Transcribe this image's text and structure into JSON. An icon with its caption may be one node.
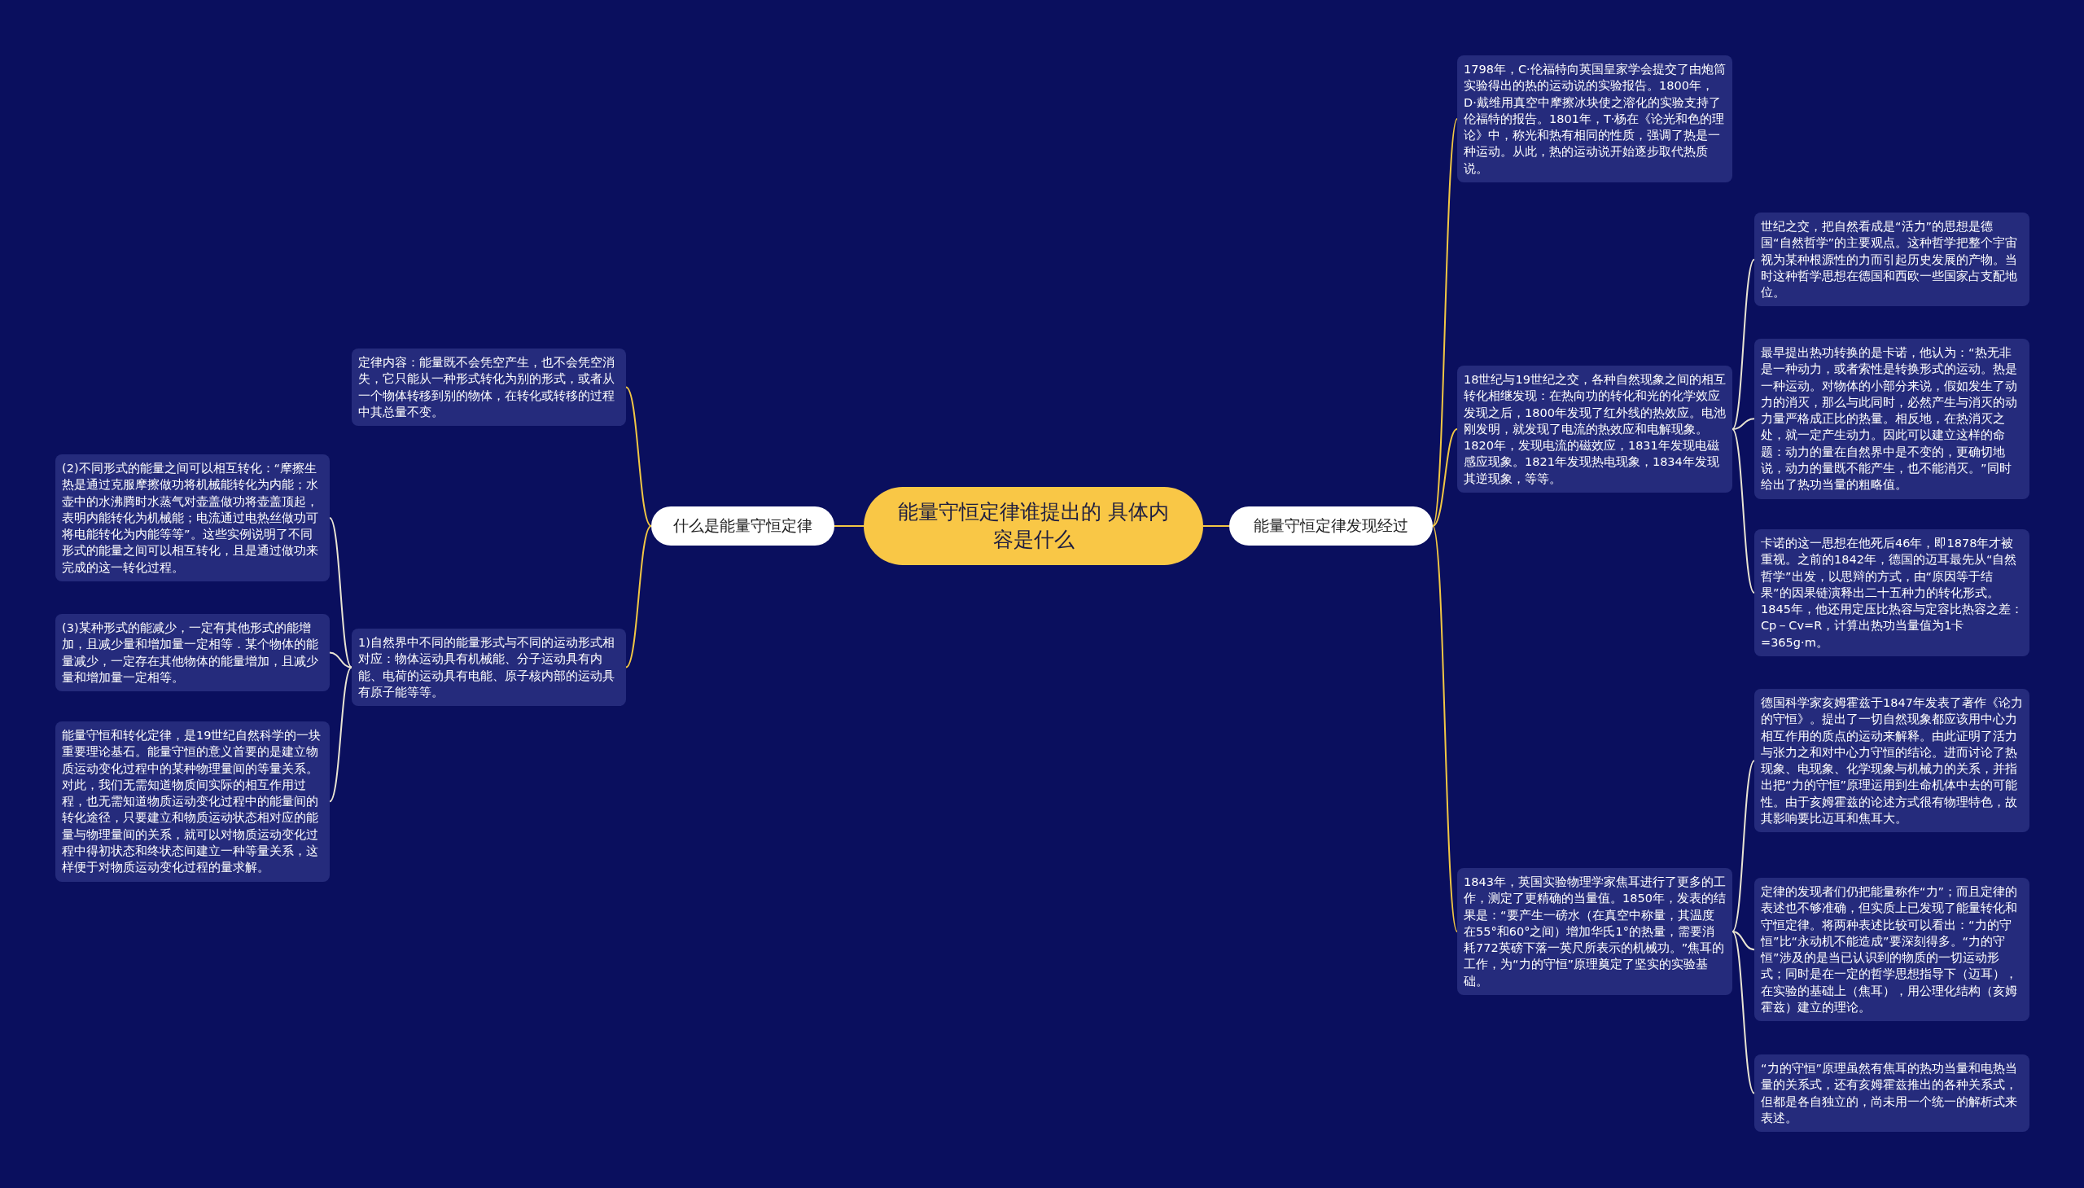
{
  "diagram": {
    "nodes": [
      {
        "text": [
          "能量守恒定律谁提出的 具体内容是什么"
        ]
      },
      {
        "text": [
          "什么是能量守恒定律"
        ]
      },
      {
        "text": [
          "定律内容：能量既不会凭空产生，也不会凭空消失，它只能从一种形式转化为别的形式，或者从一个物体转移到别的物体，在转化或转移的过程中其总量不变。"
        ]
      },
      {
        "text": [
          "1)自然界中不同的能量形式与不同的运动形式相对应：物体运动具有机械能、分子运动具有内能、电荷的运动具有电能、原子核内部的运动具有原子能等等。"
        ]
      },
      {
        "text": [
          "(2)不同形式的能量之间可以相互转化：“摩擦生热是通过克服摩擦做功将机械能转化为内能；水壶中的水沸腾时水蒸气对壶盖做功将壶盖顶起，表明内能转化为机械能；电流通过电热丝做功可将电能转化为内能等等”。这些实例说明了不同形式的能量之间可以相互转化，且是通过做功来完成的这一转化过程。"
        ]
      },
      {
        "text": [
          "(3)某种形式的能减少，一定有其他形式的能增加，且减少量和增加量一定相等．某个物体的能量减少，一定存在其他物体的能量增加，且减少量和增加量一定相等。"
        ]
      },
      {
        "text": [
          "能量守恒和转化定律，是19世纪自然科学的一块重要理论基石。能量守恒的意义首要的是建立物质运动变化过程中的某种物理量间的等量关系。对此，我们无需知道物质间实际的相互作用过程，也无需知道物质运动变化过程中的能量间的转化途径，只要建立和物质运动状态相对应的能量与物理量间的关系，就可以对物质运动变化过程中得初状态和终状态间建立一种等量关系，这样便于对物质运动变化过程的量求解。"
        ]
      },
      {
        "text": [
          "能量守恒定律发现经过"
        ]
      },
      {
        "text": [
          "1798年，C·伦福特向英国皇家学会提交了由炮筒实验得出的热的运动说的实验报告。1800年，D·戴维用真空中摩擦冰块使之溶化的实验支持了伦福特的报告。1801年，T·杨在《论光和色的理论》中，称光和热有相同的性质，强调了热是一种运动。从此，热的运动说开始逐步取代热质说。"
        ]
      },
      {
        "text": [
          "18世纪与19世纪之交，各种自然现象之间的相互转化相继发现：在热向功的转化和光的化学效应发现之后，1800年发现了红外线的热效应。电池刚发明，就发现了电流的热效应和电解现象。1820年，发现电流的磁效应，1831年发现电磁感应现象。1821年发现热电现象，1834年发现其逆现象，等等。"
        ]
      },
      {
        "text": [
          "世纪之交，把自然看成是“活力”的思想是德国“自然哲学”的主要观点。这种哲学把整个宇宙视为某种根源性的力而引起历史发展的产物。当时这种哲学思想在德国和西欧一些国家占支配地位。"
        ]
      },
      {
        "text": [
          "最早提出热功转换的是卡诺，他认为：“热无非是一种动力，或者索性是转换形式的运动。热是一种运动。对物体的小部分来说，假如发生了动力的消灭，那么与此同时，必然产生与消灭的动力量严格成正比的热量。相反地，在热消灭之处，就一定产生动力。因此可以建立这样的命题：动力的量在自然界中是不变的，更确切地说，动力的量既不能产生，也不能消灭。”同时给出了热功当量的粗略值。"
        ]
      },
      {
        "text": [
          "卡诺的这一思想在他死后46年，即1878年才被重视。之前的1842年，德国的迈耳最先从“自然哲学”出发，以思辩的方式，由“原因等于结果”的因果链演释出二十五种力的转化形式。1845年，他还用定压比热容与定容比热容之差：Cp－Cv=R，计算出热功当量值为1卡=365g·m。"
        ]
      },
      {
        "text": [
          "1843年，英国实验物理学家焦耳进行了更多的工作，测定了更精确的当量值。1850年，发表的结果是：“要产生一磅水（在真空中称量，其温度在55°和60°之间）增加华氏1°的热量，需要消耗772英磅下落一英尺所表示的机械功。”焦耳的工作，为“力的守恒”原理奠定了坚实的实验基础。"
        ]
      },
      {
        "text": [
          "德国科学家亥姆霍兹于1847年发表了著作《论力的守恒》。提出了一切自然现象都应该用中心力相互作用的质点的运动来解释。由此证明了活力与张力之和对中心力守恒的结论。进而讨论了热现象、电现象、化学现象与机械力的关系，并指出把“力的守恒”原理运用到生命机体中去的可能性。由于亥姆霍兹的论述方式很有物理特色，故其影响要比迈耳和焦耳大。"
        ]
      },
      {
        "text": [
          "定律的发现者们仍把能量称作“力”；而且定律的表述也不够准确，但实质上已发现了能量转化和守恒定律。将两种表述比较可以看出：“力的守恒”比“永动机不能造成”要深刻得多。“力的守恒”涉及的是当已认识到的物质的一切运动形式；同时是在一定的哲学思想指导下（迈耳），在实验的基础上（焦耳），用公理化结构（亥姆霍兹）建立的理论。"
        ]
      },
      {
        "text": [
          "“力的守恒”原理虽然有焦耳的热功当量和电热当量的关系式，还有亥姆霍兹推出的各种关系式，但都是各自独立的，尚未用一个统一的解析式来表述。"
        ]
      }
    ],
    "edges": [
      {
        "from": 0,
        "to": 1,
        "arrow": "none",
        "color": "#f2c744"
      },
      {
        "from": 1,
        "to": 2,
        "arrow": "none",
        "color": "#f2c744"
      },
      {
        "from": 1,
        "to": 3,
        "arrow": "none",
        "color": "#f2c744"
      },
      {
        "from": 3,
        "to": 4,
        "arrow": "none"
      },
      {
        "from": 3,
        "to": 5,
        "arrow": "none"
      },
      {
        "from": 3,
        "to": 6,
        "arrow": "none"
      },
      {
        "from": 0,
        "to": 7,
        "arrow": "none",
        "color": "#f2c744"
      },
      {
        "from": 7,
        "to": 8,
        "arrow": "none",
        "color": "#f2c744"
      },
      {
        "from": 7,
        "to": 9,
        "arrow": "none",
        "color": "#f2c744"
      },
      {
        "from": 9,
        "to": 10,
        "arrow": "none"
      },
      {
        "from": 9,
        "to": 11,
        "arrow": "none"
      },
      {
        "from": 9,
        "to": 12,
        "arrow": "none"
      },
      {
        "from": 7,
        "to": 13,
        "arrow": "none",
        "color": "#f2c744"
      },
      {
        "from": 13,
        "to": 14,
        "arrow": "none"
      },
      {
        "from": 13,
        "to": 15,
        "arrow": "none"
      },
      {
        "from": 13,
        "to": 16,
        "arrow": "none"
      }
    ]
  }
}
